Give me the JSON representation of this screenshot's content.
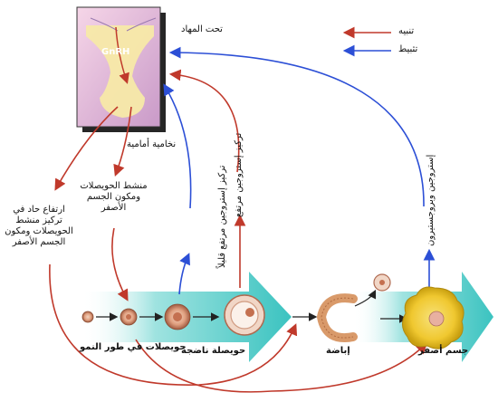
{
  "legend": {
    "stimulation": {
      "label": "تنبيه",
      "color": "#c0392b"
    },
    "inhibition": {
      "label": "تثبيط",
      "color": "#2c4fd6"
    }
  },
  "labels": {
    "hypothalamus": "تحت المهاد",
    "gnrh": "GnRH",
    "anterior_pituitary": "نخامية أمامية",
    "growing_follicles": "حويصلات في طور النمو",
    "mature_follicle": "حويصلة ناضجة",
    "ovulation": "إباضة",
    "corpus_luteum": "جسم أصفر",
    "fsh_lh": "منشط الحويصلات ومكون الجسم الأصفر",
    "lh_surge": "ارتفاع حاد في تركيز منشط الحويصلات ومكون الجسم الأصفر",
    "estrogen_slight": "تركيز إستروجين مرتفع قليلاً",
    "estrogen_high": "تركيز إستروجين مرتفع",
    "estrogen_progesterone": "إستروجين وبروجستيرون"
  }
}
